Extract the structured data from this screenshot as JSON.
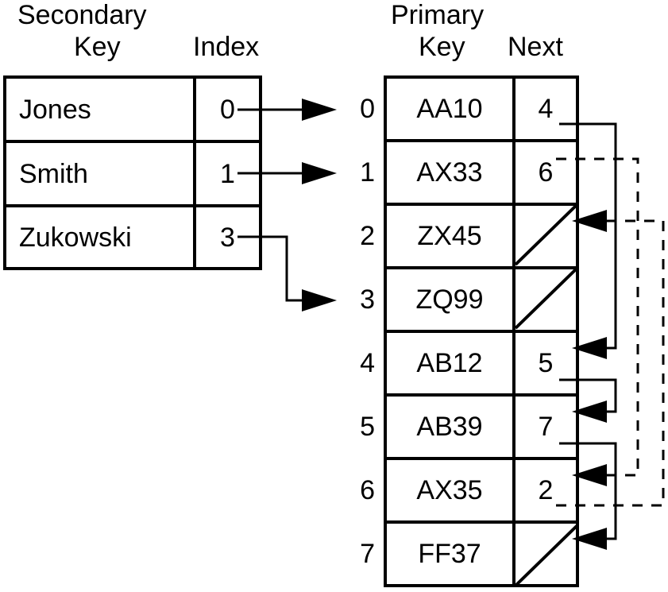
{
  "diagram": {
    "title_hidden": "",
    "secondary": {
      "header_line1": "Secondary",
      "header_line2": "Key",
      "header_index": "Index",
      "columns": [
        "Key",
        "Index"
      ],
      "rows": [
        {
          "key": "Jones",
          "index": "0"
        },
        {
          "key": "Smith",
          "index": "1"
        },
        {
          "key": "Zukowski",
          "index": "3"
        }
      ]
    },
    "primary": {
      "header_line1": "Primary",
      "header_line2": "Key",
      "header_next": "Next",
      "columns": [
        "Key",
        "Next"
      ],
      "row_indices": [
        "0",
        "1",
        "2",
        "3",
        "4",
        "5",
        "6",
        "7"
      ],
      "rows": [
        {
          "slot": "0",
          "key": "AA10",
          "next": "4",
          "null_next": false
        },
        {
          "slot": "1",
          "key": "AX33",
          "next": "6",
          "null_next": false
        },
        {
          "slot": "2",
          "key": "ZX45",
          "next": "",
          "null_next": true
        },
        {
          "slot": "3",
          "key": "ZQ99",
          "next": "",
          "null_next": true
        },
        {
          "slot": "4",
          "key": "AB12",
          "next": "5",
          "null_next": false
        },
        {
          "slot": "5",
          "key": "AB39",
          "next": "7",
          "null_next": false
        },
        {
          "slot": "6",
          "key": "AX35",
          "next": "2",
          "null_next": false
        },
        {
          "slot": "7",
          "key": "FF37",
          "next": "",
          "null_next": true
        }
      ]
    },
    "index_links": [
      {
        "from_secondary_row": 0,
        "from_index": "0",
        "to_slot": "0",
        "style": "solid"
      },
      {
        "from_secondary_row": 1,
        "from_index": "1",
        "to_slot": "1",
        "style": "solid"
      },
      {
        "from_secondary_row": 2,
        "from_index": "3",
        "to_slot": "3",
        "style": "solid"
      }
    ],
    "chain_links": [
      {
        "from_slot": "0",
        "next": "4",
        "to_slot": "4",
        "style": "solid"
      },
      {
        "from_slot": "4",
        "next": "5",
        "to_slot": "5",
        "style": "solid"
      },
      {
        "from_slot": "5",
        "next": "7",
        "to_slot": "7",
        "style": "solid"
      },
      {
        "from_slot": "1",
        "next": "6",
        "to_slot": "6",
        "style": "dashed"
      },
      {
        "from_slot": "6",
        "next": "2",
        "to_slot": "2",
        "style": "dashed"
      }
    ],
    "colors": {
      "ink": "#000000",
      "paper": "#ffffff"
    }
  }
}
